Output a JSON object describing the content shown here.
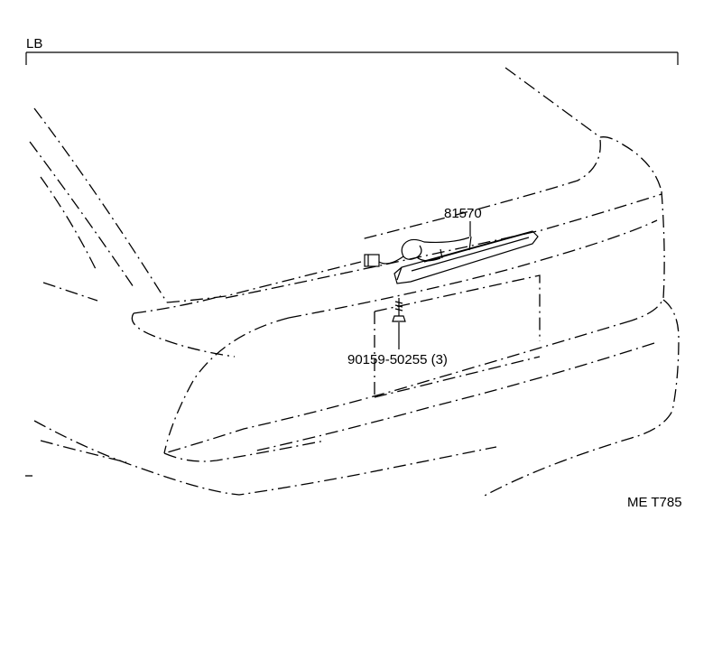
{
  "diagram": {
    "section_label": "LB",
    "figure_code": "ME T785",
    "callouts": {
      "stop_lamp_part": "81570",
      "screw_part": "90159-50255 (3)"
    }
  }
}
